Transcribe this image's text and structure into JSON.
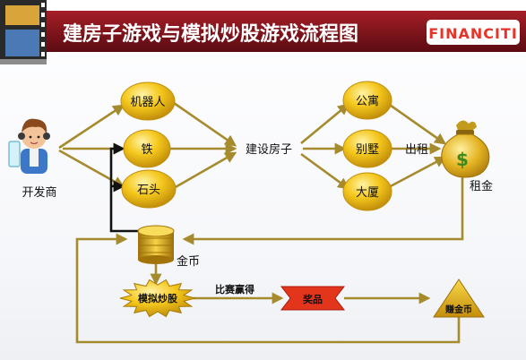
{
  "header": {
    "title": "建房子游戏与模拟炒股游戏流程图",
    "logo_text": "FINANCITI",
    "colors": {
      "bar": "#6a0f16",
      "bar_light": "#a51f27",
      "title": "#ffffff"
    }
  },
  "colors": {
    "arrow": "#a68b2e",
    "arrow_dark": "#7d6718",
    "node_fill": "#f2c21c",
    "node_dark": "#b8860b",
    "black_line": "#111111",
    "prize": "#e0331c"
  },
  "nodes": {
    "developer": "开发商",
    "robot": "机器人",
    "iron": "铁",
    "stone": "石头",
    "build_house": "建设房子",
    "apartment": "公寓",
    "villa": "别墅",
    "mansion": "大厦",
    "rent_out": "出租",
    "rent": "租金",
    "gold_coin": "金币",
    "stock_sim": "模拟炒股",
    "contest_win": "比赛赢得",
    "prize": "奖品",
    "earn_coin": "赚金币"
  },
  "icons": {
    "developer": "developer-avatar-icon",
    "money_bag": "money-bag-icon",
    "coins": "coin-stack-icon",
    "filmstrip": "filmstrip-icon"
  }
}
